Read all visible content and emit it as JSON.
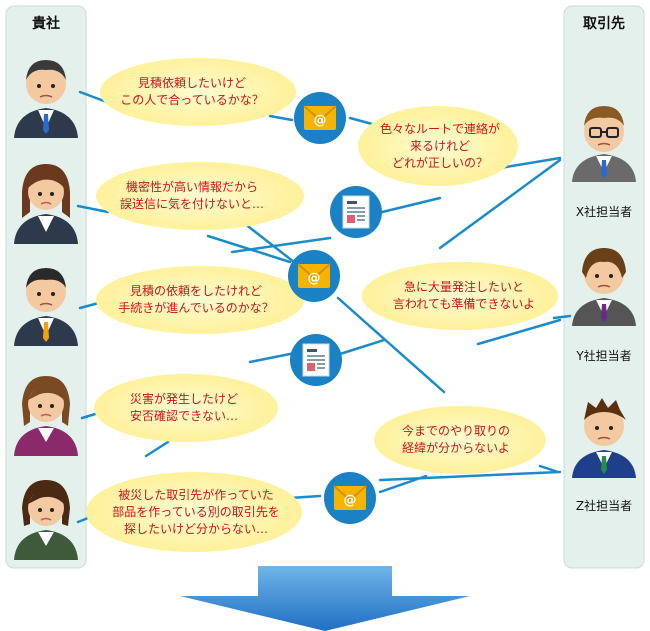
{
  "columns": {
    "left_title": "貴社",
    "right_title": "取引先"
  },
  "client_persons": [
    {
      "label": "X社担当者"
    },
    {
      "label": "Y社担当者"
    },
    {
      "label": "Z社担当者"
    }
  ],
  "bubbles": [
    {
      "lines": [
        "見積依頼したいけど",
        "この人で合っているかな？"
      ]
    },
    {
      "lines": [
        "機密性が高い情報だから",
        "誤送信に気を付けないと…"
      ]
    },
    {
      "lines": [
        "見積の依頼をしたけれど",
        "手続きが進んでいるのかな？"
      ]
    },
    {
      "lines": [
        "災害が発生したけど",
        "安否確認できない…"
      ]
    },
    {
      "lines": [
        "被災した取引先が作っていた",
        "部品を作っている別の取引先を",
        "探したいけど分からない…"
      ]
    },
    {
      "lines": [
        "色々なルートで連絡が",
        "来るけれど",
        "どれが正しいの？"
      ]
    },
    {
      "lines": [
        "急に大量発注したいと",
        "言われても準備できないよ"
      ]
    },
    {
      "lines": [
        "今までのやり取りの",
        "経緯が分からないよ"
      ]
    }
  ],
  "icons": [
    {
      "name": "email-icon"
    },
    {
      "name": "document-icon"
    },
    {
      "name": "email-icon"
    },
    {
      "name": "document-icon"
    },
    {
      "name": "email-icon"
    }
  ],
  "colors": {
    "panel_fill": "#e3f0ec",
    "panel_stroke": "#c9ddd6",
    "bubble_fill": "#fdf3a0",
    "bubble_text": "#c8141e",
    "line_color": "#1a8ccb",
    "icon_circle": "#1a82c4",
    "envelope": "#f5b400",
    "arrow_top": "#6fb5e8",
    "arrow_bottom": "#1f6fc4"
  }
}
